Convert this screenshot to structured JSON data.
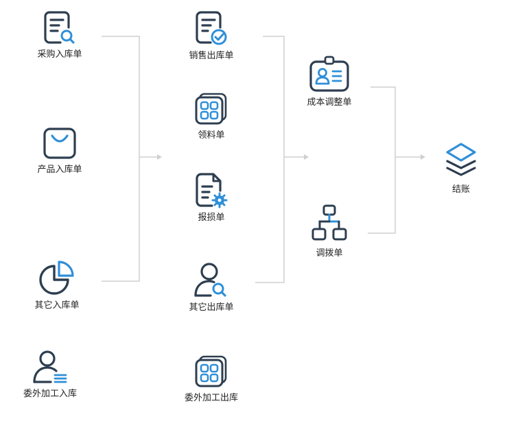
{
  "nodes": {
    "purchase_in": "采购入库单",
    "product_in": "产品入库单",
    "other_in": "其它入库单",
    "outsource_in": "委外加工入库",
    "sales_out": "销售出库单",
    "material_req": "领料单",
    "damage": "报损单",
    "other_out": "其它出库单",
    "outsource_out": "委外加工出库",
    "cost_adjust": "成本调整单",
    "transfer": "调拨单",
    "settle": "结账"
  },
  "colors": {
    "icon_dark": "#2d3e50",
    "icon_accent": "#2f8fd8",
    "line": "#cfcfcf",
    "text": "#222222"
  },
  "icons": {
    "purchase_in": "document-search-icon",
    "product_in": "shopping-bag-icon",
    "other_in": "pie-chart-icon",
    "outsource_in": "user-list-icon",
    "sales_out": "document-check-icon",
    "material_req": "grid-stack-icon",
    "damage": "document-gear-icon",
    "other_out": "user-search-icon",
    "outsource_out": "grid-stack-icon",
    "cost_adjust": "id-badge-icon",
    "transfer": "org-chart-icon",
    "settle": "layers-icon"
  }
}
